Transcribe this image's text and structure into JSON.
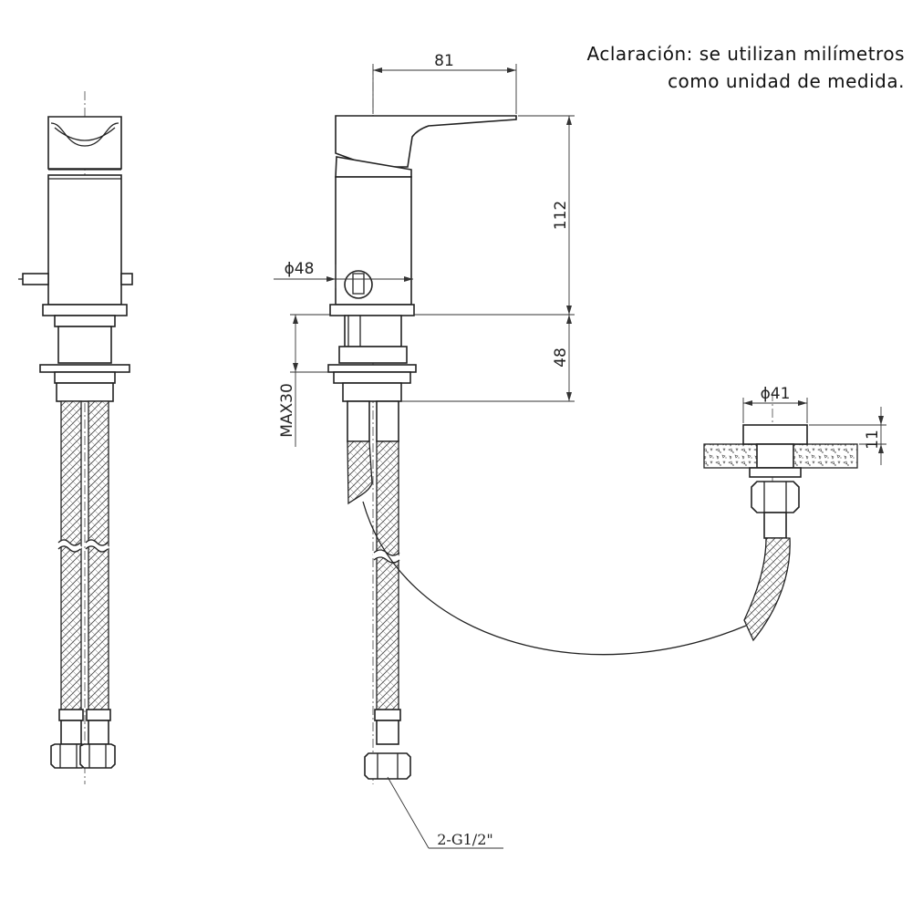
{
  "note": {
    "line1": "Aclaración: se utilizan milímetros",
    "line2": "como unidad de medida."
  },
  "dimensions": {
    "spout_reach": "81",
    "height": "112",
    "body_diameter": "ϕ48",
    "base_height": "48",
    "max_deck": "MAX30",
    "escutcheon_diameter": "ϕ41",
    "escutcheon_height": "11",
    "connection": "2-G1/2\""
  }
}
